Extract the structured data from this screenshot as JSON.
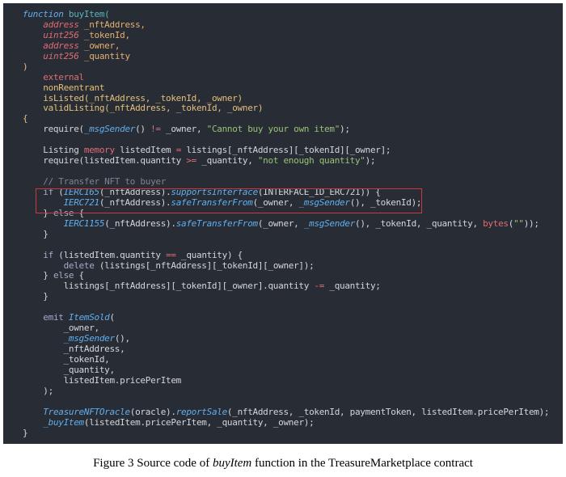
{
  "code": {
    "lines": [
      [
        [
          "function",
          "fk"
        ],
        [
          " ",
          ""
        ],
        [
          "buyItem(",
          "fn"
        ]
      ],
      [
        [
          "    ",
          ""
        ],
        [
          "address",
          "t"
        ],
        [
          " _nftAddress,",
          "p"
        ]
      ],
      [
        [
          "    ",
          ""
        ],
        [
          "uint256",
          "t"
        ],
        [
          " _tokenId,",
          "p"
        ]
      ],
      [
        [
          "    ",
          ""
        ],
        [
          "address",
          "t"
        ],
        [
          " _owner,",
          "p"
        ]
      ],
      [
        [
          "    ",
          ""
        ],
        [
          "uint256",
          "t"
        ],
        [
          " _quantity",
          "p"
        ]
      ],
      [
        [
          ")",
          "m"
        ]
      ],
      [
        [
          "    ",
          ""
        ],
        [
          "external",
          "r"
        ]
      ],
      [
        [
          "    ",
          ""
        ],
        [
          "nonReentrant",
          "m"
        ]
      ],
      [
        [
          "    ",
          ""
        ],
        [
          "isListed(_nftAddress, _tokenId, _owner)",
          "m"
        ]
      ],
      [
        [
          "    ",
          ""
        ],
        [
          "validListing(_nftAddress, _tokenId, _owner)",
          "m"
        ]
      ],
      [
        [
          "{",
          "m"
        ]
      ],
      [
        [
          "    require(",
          ""
        ],
        [
          "_msgSender",
          "f"
        ],
        [
          "() ",
          ""
        ],
        [
          "!=",
          "o"
        ],
        [
          " _owner, ",
          ""
        ],
        [
          "\"Cannot buy your own item\"",
          "s"
        ],
        [
          ");",
          ""
        ]
      ],
      [],
      [
        [
          "    Listing ",
          ""
        ],
        [
          "memory",
          "r"
        ],
        [
          " listedItem ",
          ""
        ],
        [
          "=",
          "o"
        ],
        [
          " listings[_nftAddress][_tokenId][_owner];",
          ""
        ]
      ],
      [
        [
          "    require(listedItem.quantity ",
          ""
        ],
        [
          ">=",
          "o"
        ],
        [
          " _quantity, ",
          ""
        ],
        [
          "\"not enough quantity\"",
          "s"
        ],
        [
          ");",
          ""
        ]
      ],
      [],
      [
        [
          "    // Transfer NFT to buyer",
          "c"
        ]
      ],
      [
        [
          "    ",
          ""
        ],
        [
          "if",
          "k"
        ],
        [
          " (",
          ""
        ],
        [
          "IERC165",
          "f"
        ],
        [
          "(_nftAddress).",
          ""
        ],
        [
          "supportsInterface",
          "f"
        ],
        [
          "(INTERFACE_ID_ERC721)) {",
          ""
        ]
      ],
      [
        [
          "        ",
          ""
        ],
        [
          "IERC721",
          "f"
        ],
        [
          "(_nftAddress).",
          ""
        ],
        [
          "safeTransferFrom",
          "f"
        ],
        [
          "(_owner, ",
          ""
        ],
        [
          "_msgSender",
          "f"
        ],
        [
          "(), _tokenId);",
          ""
        ]
      ],
      [
        [
          "    } ",
          ""
        ],
        [
          "else",
          "k"
        ],
        [
          " {",
          ""
        ]
      ],
      [
        [
          "        ",
          ""
        ],
        [
          "IERC1155",
          "f"
        ],
        [
          "(_nftAddress).",
          ""
        ],
        [
          "safeTransferFrom",
          "f"
        ],
        [
          "(_owner, ",
          ""
        ],
        [
          "_msgSender",
          "f"
        ],
        [
          "(), _tokenId, _quantity, ",
          ""
        ],
        [
          "bytes",
          "r"
        ],
        [
          "(",
          ""
        ],
        [
          "\"\"",
          "s"
        ],
        [
          "));",
          ""
        ]
      ],
      [
        [
          "    }",
          ""
        ]
      ],
      [],
      [
        [
          "    ",
          ""
        ],
        [
          "if",
          "k"
        ],
        [
          " (listedItem.quantity ",
          ""
        ],
        [
          "==",
          "o"
        ],
        [
          " _quantity) {",
          ""
        ]
      ],
      [
        [
          "        ",
          ""
        ],
        [
          "delete",
          "k"
        ],
        [
          " (listings[_nftAddress][_tokenId][_owner]);",
          ""
        ]
      ],
      [
        [
          "    } ",
          ""
        ],
        [
          "else",
          "k"
        ],
        [
          " {",
          ""
        ]
      ],
      [
        [
          "        listings[_nftAddress][_tokenId][_owner].quantity ",
          ""
        ],
        [
          "-=",
          "o"
        ],
        [
          " _quantity;",
          ""
        ]
      ],
      [
        [
          "    }",
          ""
        ]
      ],
      [],
      [
        [
          "    ",
          ""
        ],
        [
          "emit",
          "k"
        ],
        [
          " ",
          ""
        ],
        [
          "ItemSold",
          "f"
        ],
        [
          "(",
          ""
        ]
      ],
      [
        [
          "        _owner,",
          ""
        ]
      ],
      [
        [
          "        ",
          ""
        ],
        [
          "_msgSender",
          "f"
        ],
        [
          "(),",
          ""
        ]
      ],
      [
        [
          "        _nftAddress,",
          ""
        ]
      ],
      [
        [
          "        _tokenId,",
          ""
        ]
      ],
      [
        [
          "        _quantity,",
          ""
        ]
      ],
      [
        [
          "        listedItem.pricePerItem",
          ""
        ]
      ],
      [
        [
          "    );",
          ""
        ]
      ],
      [],
      [
        [
          "    ",
          ""
        ],
        [
          "TreasureNFTOracle",
          "f"
        ],
        [
          "(oracle).",
          ""
        ],
        [
          "reportSale",
          "f"
        ],
        [
          "(_nftAddress, _tokenId, paymentToken, listedItem.pricePerItem);",
          ""
        ]
      ],
      [
        [
          "    ",
          ""
        ],
        [
          "_buyItem",
          "f"
        ],
        [
          "(listedItem.pricePerItem, _quantity, _owner);",
          ""
        ]
      ],
      [
        [
          "}",
          ""
        ]
      ]
    ]
  },
  "caption": {
    "prefix": "Figure 3 Source code of ",
    "italic": "buyItem",
    "suffix": " function in the TreasureMarketplace contract"
  },
  "colors": {
    "background": "#282c34",
    "highlight_box": "#d0383f"
  }
}
